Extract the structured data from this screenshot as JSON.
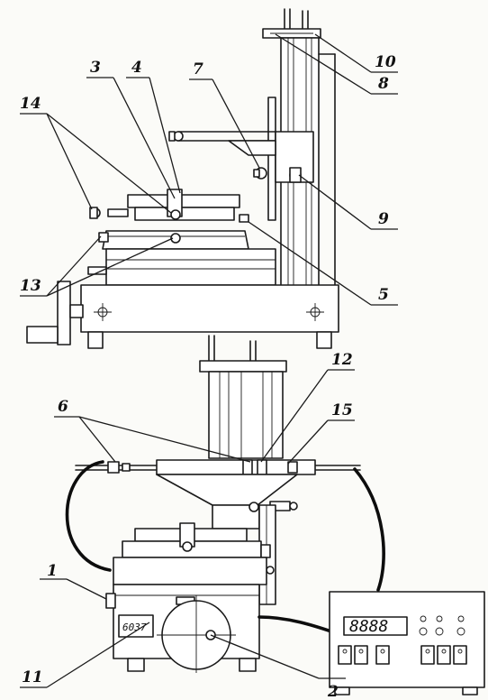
{
  "callouts": {
    "c1": "1",
    "c2": "2",
    "c3": "3",
    "c4": "4",
    "c5": "5",
    "c6": "6",
    "c7": "7",
    "c8": "8",
    "c9": "9",
    "c10": "10",
    "c11": "11",
    "c12": "12",
    "c13": "13",
    "c14": "14",
    "c15": "15"
  },
  "display": {
    "reading": "8888"
  },
  "base_label": "6037"
}
